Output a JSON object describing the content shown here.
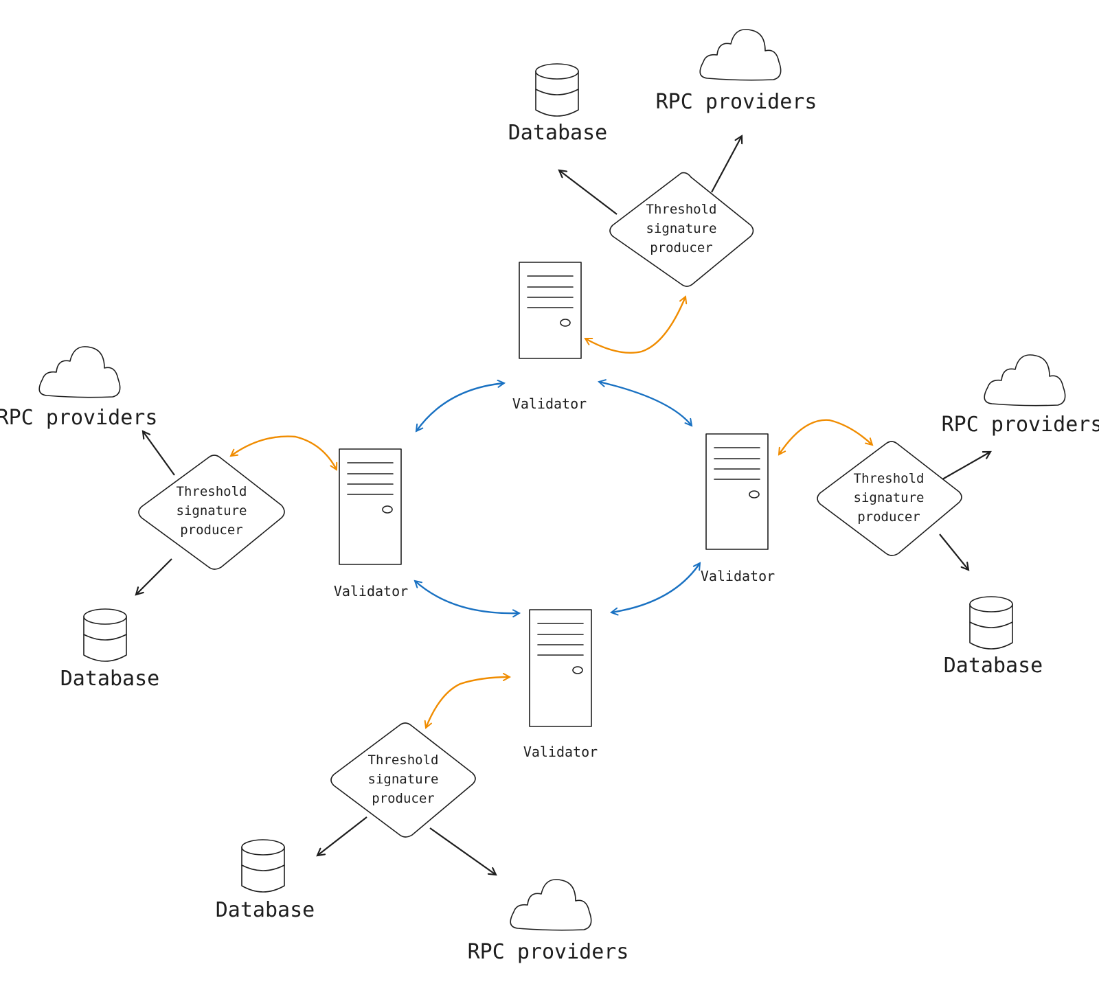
{
  "labels": {
    "validator": "Validator",
    "tsp_line1": "Threshold",
    "tsp_line2": "signature",
    "tsp_line3": "producer",
    "database": "Database",
    "rpc": "RPC providers"
  },
  "colors": {
    "validator_link": "#1971c2",
    "tsp_link": "#f08c00",
    "arrow": "#1e1e1e",
    "server_fill": "#eadcd6",
    "cloud_fill": "#99e9f2",
    "db_fill": "#e9ecef"
  },
  "icons": {
    "validator": "server-tower-icon",
    "database": "database-cylinder-icon",
    "rpc": "cloud-icon",
    "tsp": "diamond-shape"
  }
}
